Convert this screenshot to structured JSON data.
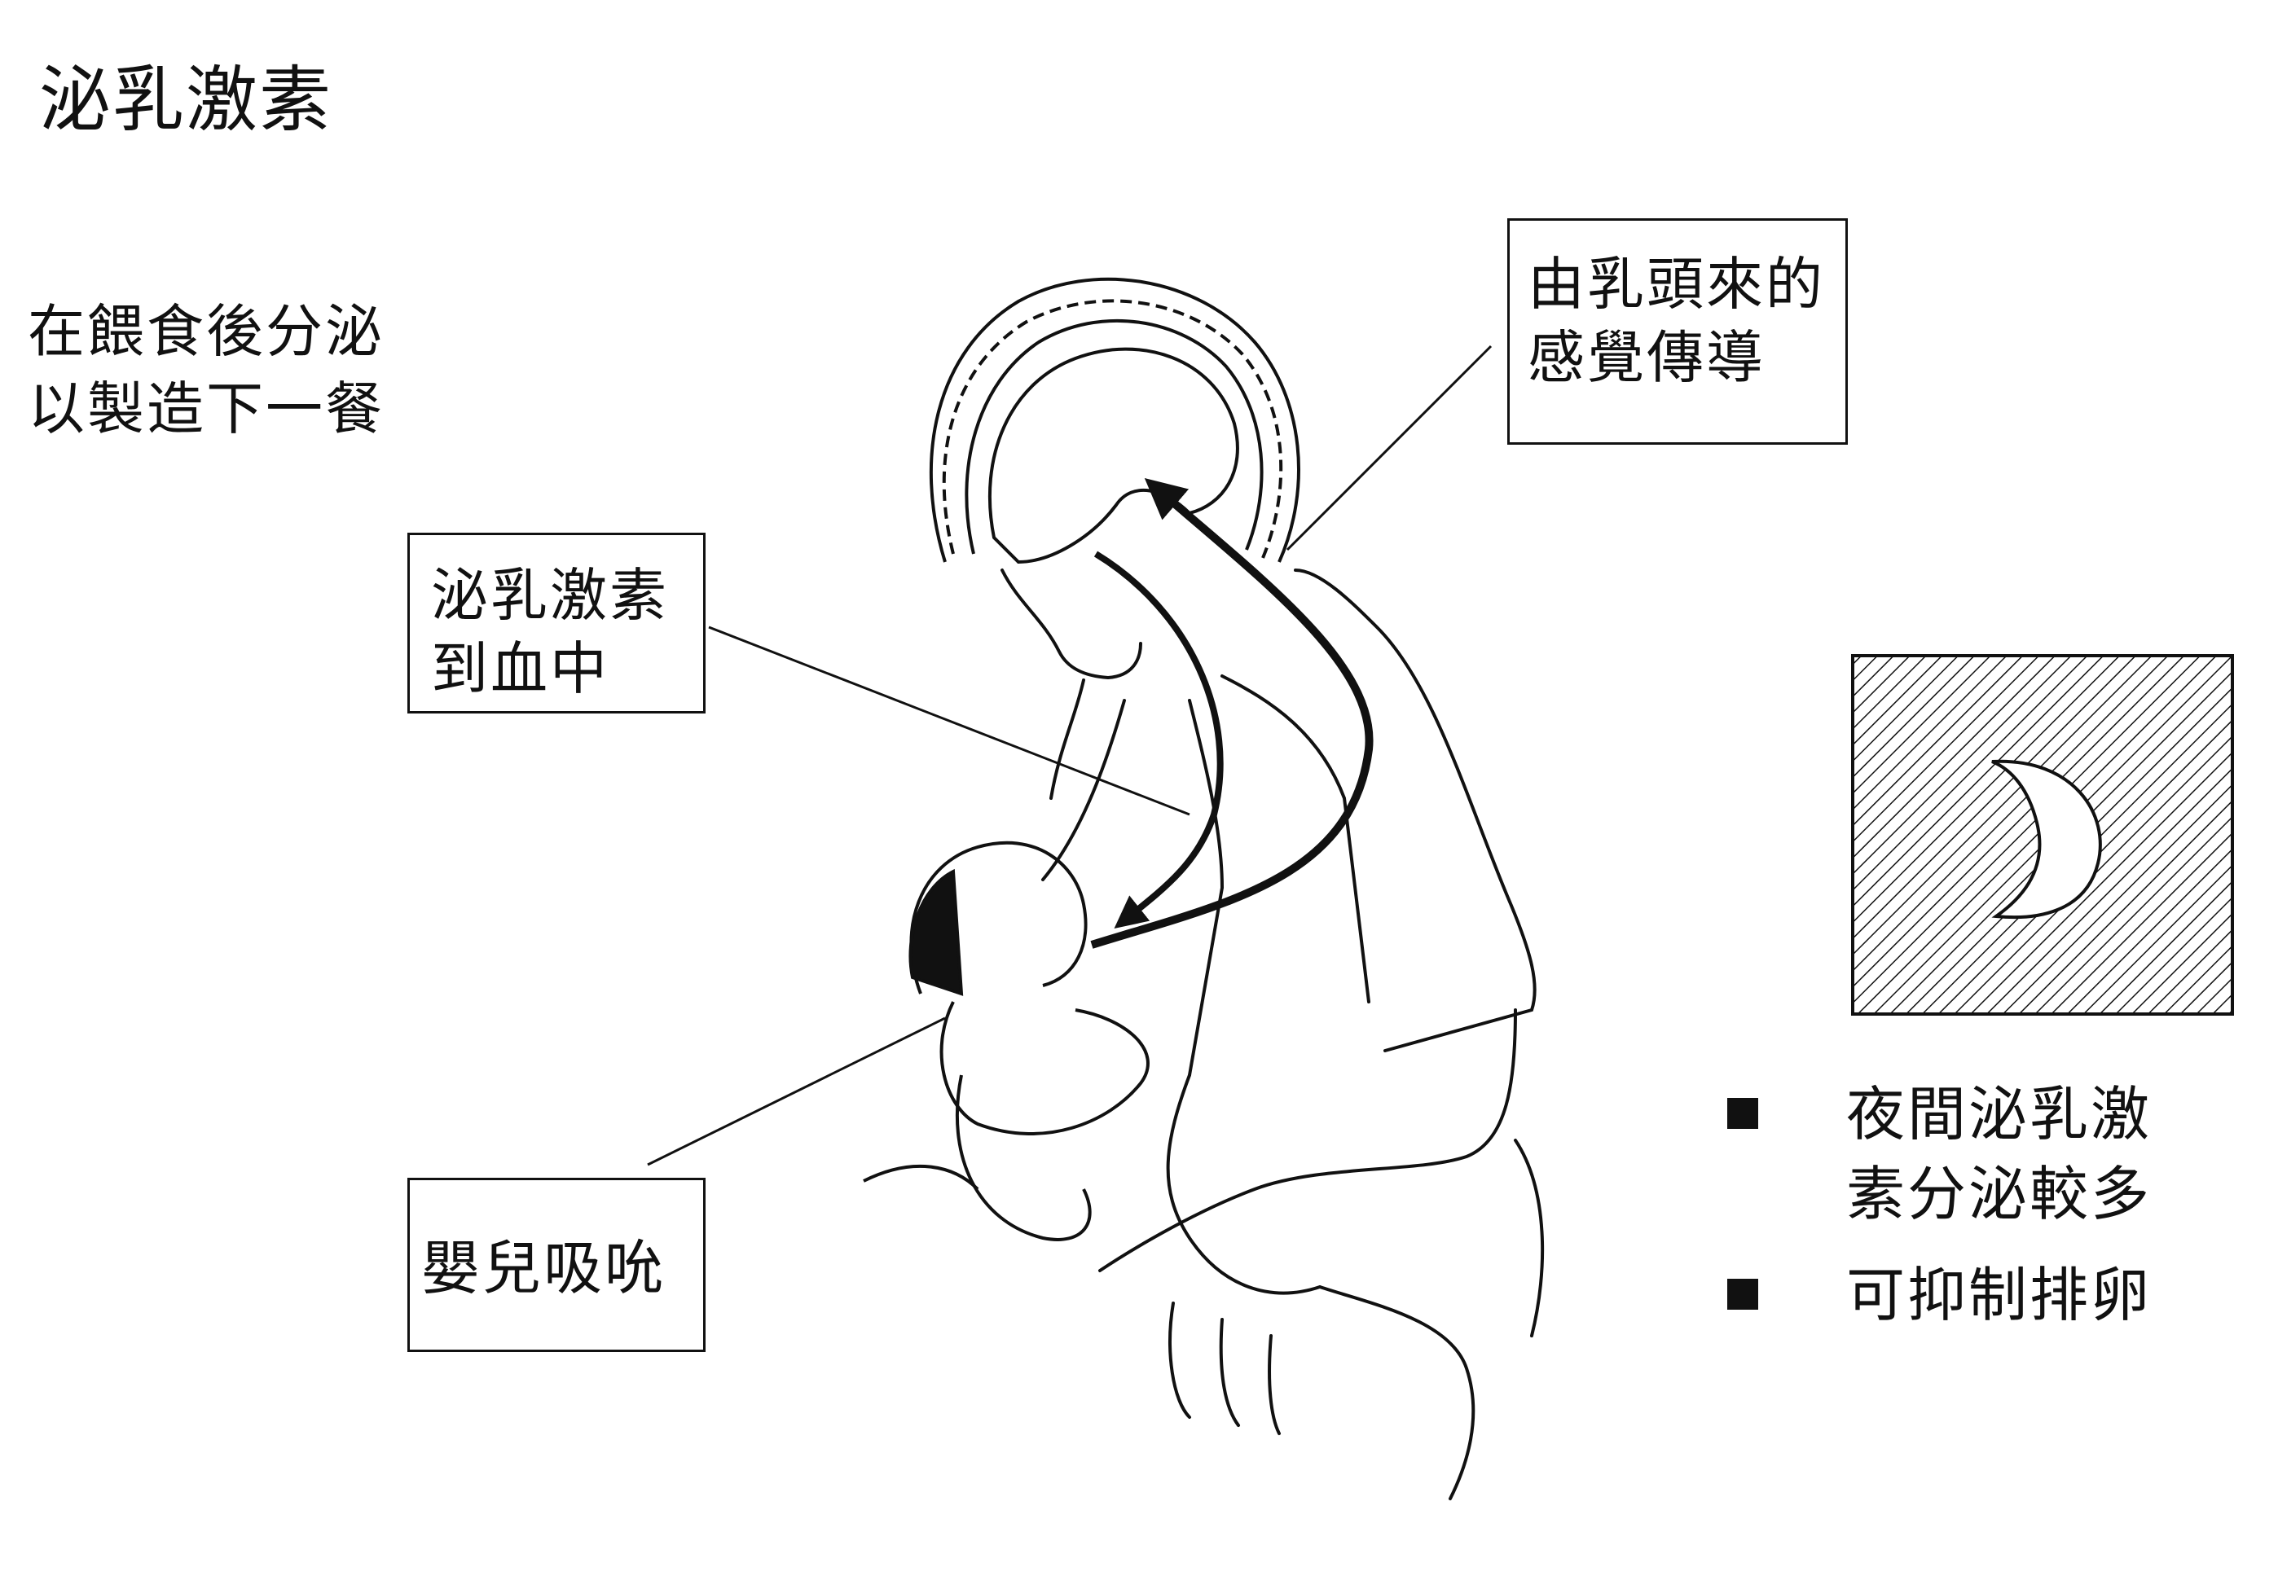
{
  "title": "泌乳激素",
  "note": {
    "line1": "在餵食後分泌",
    "line2": "以製造下一餐"
  },
  "labels": {
    "sensory": {
      "line1": "由乳頭來的",
      "line2": "感覺傳導"
    },
    "blood": {
      "line1": "泌乳激素",
      "line2": "到血中"
    },
    "suckling": "嬰兒吸吮"
  },
  "bullets": [
    {
      "text": "夜間泌乳激\n素分泌較多"
    },
    {
      "text": "可抑制排卵"
    }
  ],
  "icons": {
    "night": "crescent-moon-icon",
    "bullet": "black-square-bullet"
  },
  "colors": {
    "ink": "#111111",
    "paper": "#ffffff"
  }
}
